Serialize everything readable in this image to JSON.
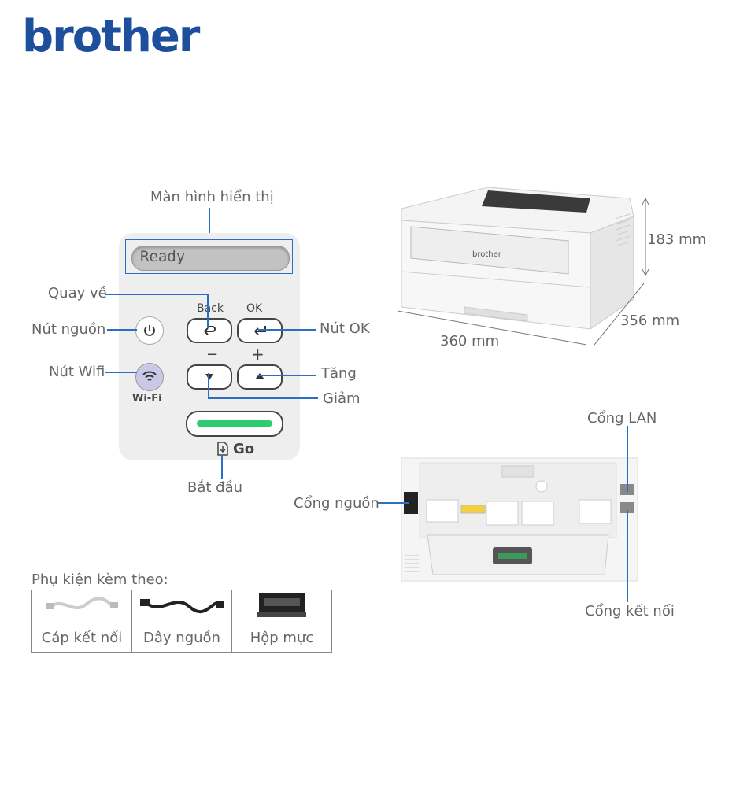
{
  "brand": "brother",
  "panel": {
    "display_label": "Màn hình hiển thị",
    "display_text": "Ready",
    "back_text": "Back",
    "ok_text": "OK",
    "minus_text": "−",
    "plus_text": "+",
    "wifi_text": "Wi-Fi",
    "go_text": "Go",
    "callouts": {
      "back": "Quay về",
      "power": "Nút nguồn",
      "wifi": "Nút Wifi",
      "ok": "Nút OK",
      "up": "Tăng",
      "down": "Giảm",
      "go": "Bắt đầu"
    }
  },
  "dimensions": {
    "height": "183 mm",
    "depth": "356 mm",
    "width": "360 mm"
  },
  "back_view": {
    "lan": "Cổng LAN",
    "power": "Cổng nguồn",
    "usb": "Cổng kết nối"
  },
  "accessories": {
    "title": "Phụ kiện kèm theo:",
    "items": [
      {
        "label": "Cáp kết nối",
        "icon": "usb-cable-icon"
      },
      {
        "label": "Dây nguồn",
        "icon": "power-cord-icon"
      },
      {
        "label": "Hộp mực",
        "icon": "toner-cartridge-icon"
      }
    ]
  },
  "colors": {
    "brand": "#1e4f9c",
    "accent": "#2a6fc4",
    "go_bar": "#2ecc71"
  }
}
